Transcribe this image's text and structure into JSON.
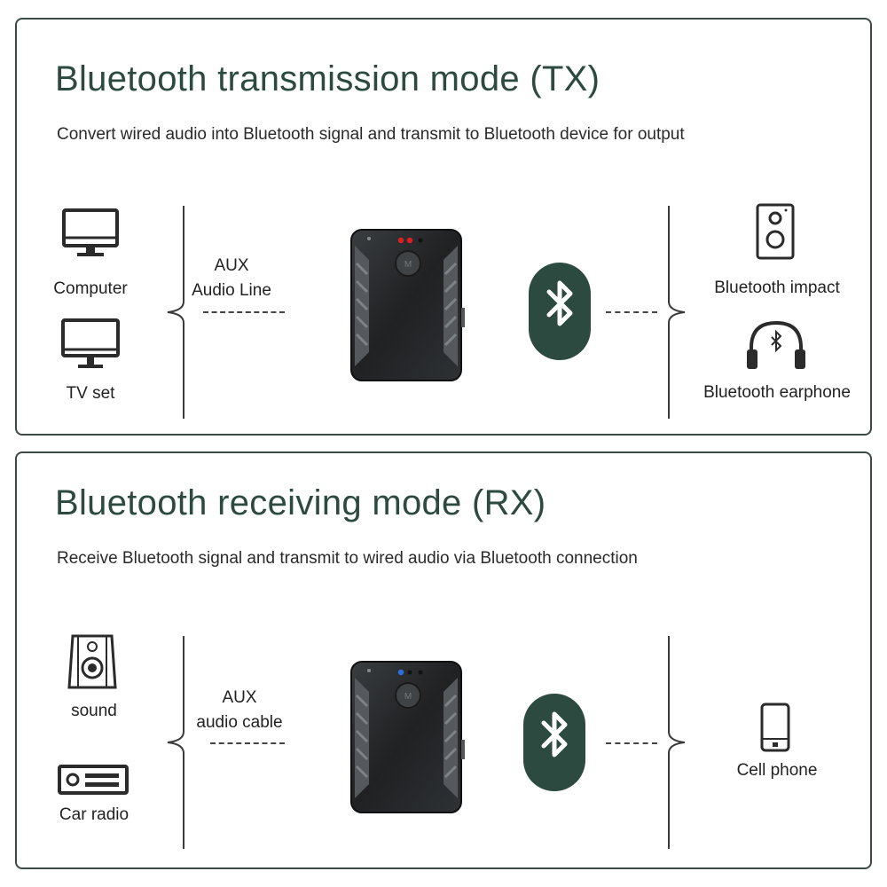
{
  "tx": {
    "title": "Bluetooth transmission mode (TX)",
    "description": "Convert wired audio into Bluetooth signal and transmit to Bluetooth device for output",
    "source_devices": [
      {
        "label": "Computer",
        "icon": "computer-monitor-icon"
      },
      {
        "label": "TV set",
        "icon": "tv-icon"
      }
    ],
    "cable_label_line1": "AUX",
    "cable_label_line2": "Audio Line",
    "target_devices": [
      {
        "label": "Bluetooth impact",
        "icon": "speaker-icon"
      },
      {
        "label": "Bluetooth earphone",
        "icon": "headphones-icon"
      }
    ],
    "led_color": "#e0201e"
  },
  "rx": {
    "title": "Bluetooth receiving mode (RX)",
    "description": "Receive Bluetooth signal and transmit to wired audio via Bluetooth connection",
    "source_devices": [
      {
        "label": "sound",
        "icon": "loudspeaker-icon"
      },
      {
        "label": "Car radio",
        "icon": "car-radio-icon"
      }
    ],
    "cable_label_line1": "AUX",
    "cable_label_line2": "audio cable",
    "target_devices": [
      {
        "label": "Cell phone",
        "icon": "cell-phone-icon"
      }
    ],
    "led_color": "#2a6fe0"
  },
  "colors": {
    "accent": "#2c4a40",
    "border": "#3b4a44",
    "device_body": "#2a2c2e"
  }
}
